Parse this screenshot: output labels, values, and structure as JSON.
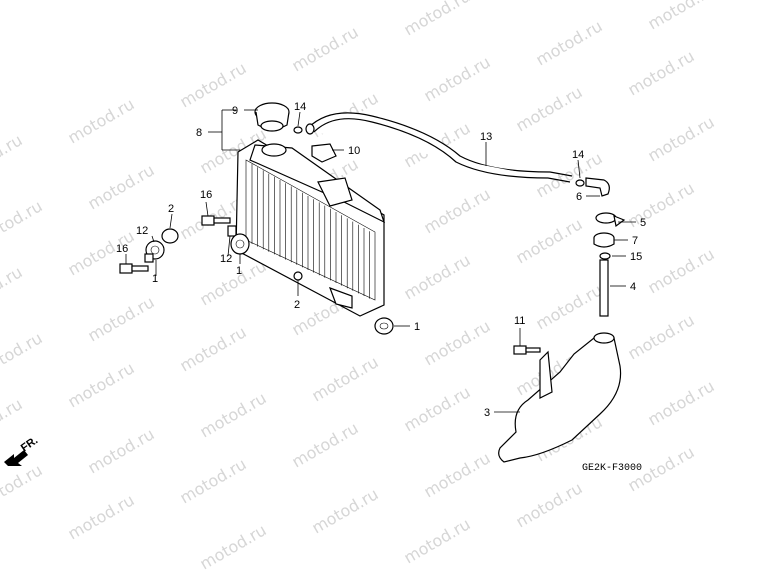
{
  "watermark": "motod.ru",
  "diagram_code": "GE2K-F3000",
  "direction_label": "FR.",
  "callouts": {
    "c9": "9",
    "c8": "8",
    "c14a": "14",
    "c10": "10",
    "c13": "13",
    "c14b": "14",
    "c6": "6",
    "c5": "5",
    "c7": "7",
    "c15": "15",
    "c4": "4",
    "c16a": "16",
    "c2a": "2",
    "c12a": "12",
    "c16b": "16",
    "c1a": "1",
    "c12b": "12",
    "c1b": "1",
    "c2b": "2",
    "c1c": "1",
    "c11": "11",
    "c3": "3"
  }
}
